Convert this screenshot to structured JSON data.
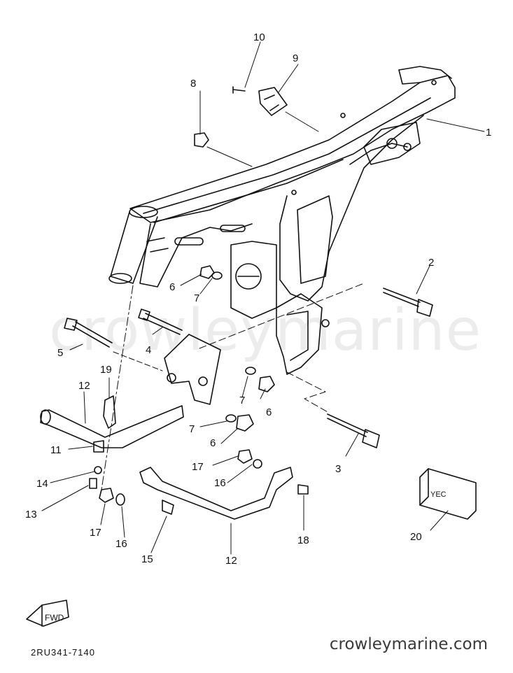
{
  "diagram": {
    "code": "2RU341-7140",
    "watermark": "crowleymarine",
    "url": "crowleymarine.com",
    "fwd_label": "FWD",
    "labels": [
      "1",
      "2",
      "3",
      "4",
      "5",
      "6",
      "6",
      "6",
      "7",
      "7",
      "7",
      "8",
      "9",
      "10",
      "11",
      "12",
      "12",
      "13",
      "14",
      "15",
      "16",
      "16",
      "17",
      "17",
      "18",
      "19",
      "20"
    ],
    "decal_text": "YEC"
  }
}
